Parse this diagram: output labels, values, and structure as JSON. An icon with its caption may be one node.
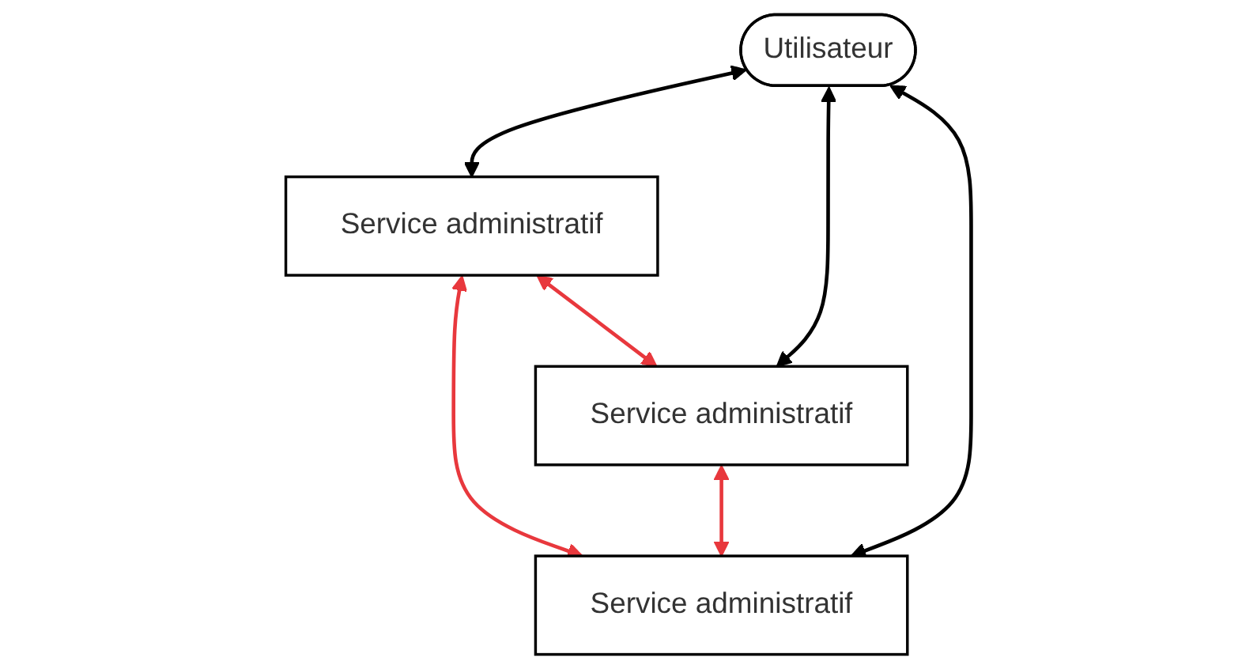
{
  "diagram": {
    "nodes": [
      {
        "text": [
          "Utilisateur"
        ]
      },
      {
        "text": [
          "Service administratif"
        ]
      },
      {
        "text": [
          "Service administratif"
        ]
      },
      {
        "text": [
          "Service administratif"
        ]
      }
    ],
    "edges": [
      {
        "from": 0,
        "to": 1,
        "arrow": "both"
      },
      {
        "from": 0,
        "to": 3,
        "arrow": "both"
      },
      {
        "from": 0,
        "to": 2,
        "arrow": "both"
      },
      {
        "from": 1,
        "to": 2,
        "arrow": "both",
        "color": "#e8383d"
      },
      {
        "from": 1,
        "to": 3,
        "arrow": "both",
        "color": "#e8383d"
      },
      {
        "from": 3,
        "to": 2,
        "arrow": "both",
        "color": "#e8383d"
      }
    ]
  }
}
